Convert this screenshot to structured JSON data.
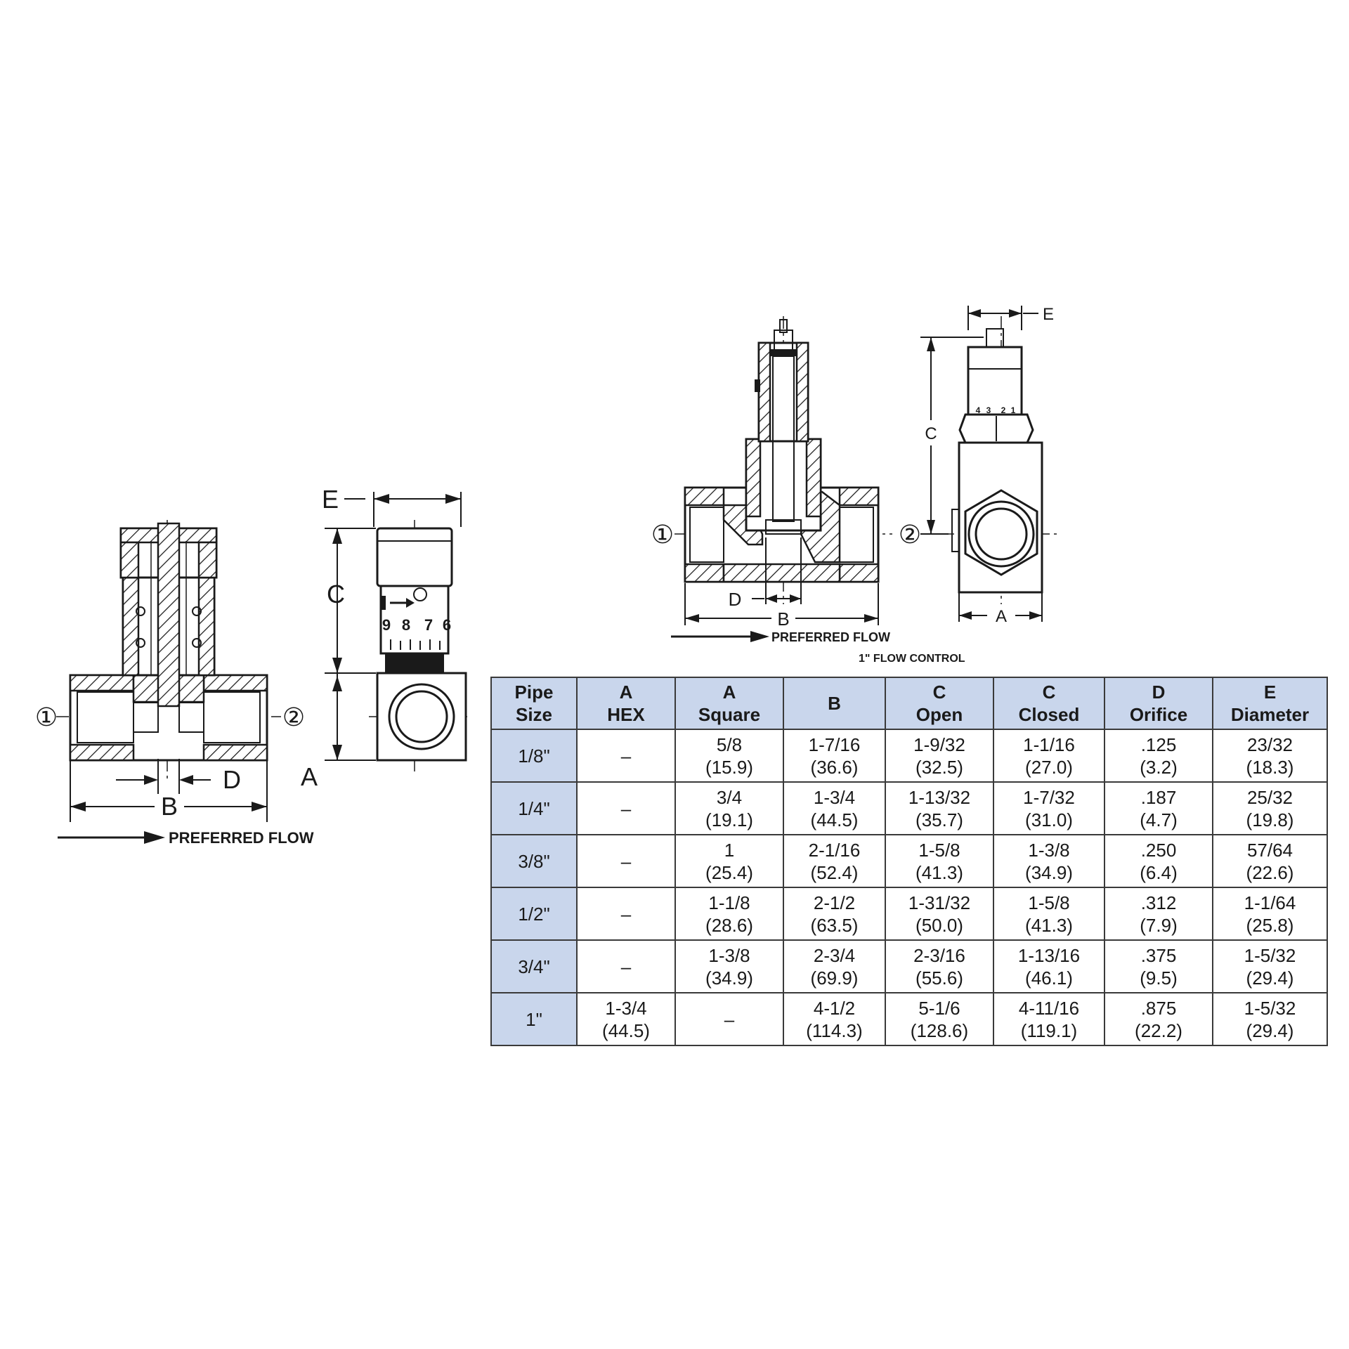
{
  "left_drawing": {
    "port_1": "①",
    "port_2": "②",
    "dim_b": "B",
    "dim_d": "D",
    "dim_e": "E",
    "dim_c": "C",
    "dim_a": "A",
    "flow_label": "PREFERRED FLOW",
    "knob_scale": [
      "9",
      "8",
      "7",
      "6"
    ]
  },
  "right_drawing": {
    "port_1": "①",
    "port_2": "②",
    "dim_b": "B",
    "dim_d": "D",
    "dim_e": "E",
    "dim_c": "C",
    "dim_a": "A",
    "flow_label": "PREFERRED FLOW",
    "caption": "1\" FLOW CONTROL",
    "knob_scale": [
      "4",
      "3",
      "2",
      "1"
    ]
  },
  "table": {
    "headers": [
      [
        "Pipe",
        "Size"
      ],
      [
        "A",
        "HEX"
      ],
      [
        "A",
        "Square"
      ],
      [
        "B"
      ],
      [
        "C",
        "Open"
      ],
      [
        "C",
        "Closed"
      ],
      [
        "D",
        "Orifice"
      ],
      [
        "E",
        "Diameter"
      ]
    ],
    "rows": [
      {
        "size": "1/8\"",
        "cells": [
          [
            "–"
          ],
          [
            "5/8",
            "(15.9)"
          ],
          [
            "1-7/16",
            "(36.6)"
          ],
          [
            "1-9/32",
            "(32.5)"
          ],
          [
            "1-1/16",
            "(27.0)"
          ],
          [
            ".125",
            "(3.2)"
          ],
          [
            "23/32",
            "(18.3)"
          ]
        ]
      },
      {
        "size": "1/4\"",
        "cells": [
          [
            "–"
          ],
          [
            "3/4",
            "(19.1)"
          ],
          [
            "1-3/4",
            "(44.5)"
          ],
          [
            "1-13/32",
            "(35.7)"
          ],
          [
            "1-7/32",
            "(31.0)"
          ],
          [
            ".187",
            "(4.7)"
          ],
          [
            "25/32",
            "(19.8)"
          ]
        ]
      },
      {
        "size": "3/8\"",
        "cells": [
          [
            "–"
          ],
          [
            "1",
            "(25.4)"
          ],
          [
            "2-1/16",
            "(52.4)"
          ],
          [
            "1-5/8",
            "(41.3)"
          ],
          [
            "1-3/8",
            "(34.9)"
          ],
          [
            ".250",
            "(6.4)"
          ],
          [
            "57/64",
            "(22.6)"
          ]
        ]
      },
      {
        "size": "1/2\"",
        "cells": [
          [
            "–"
          ],
          [
            "1-1/8",
            "(28.6)"
          ],
          [
            "2-1/2",
            "(63.5)"
          ],
          [
            "1-31/32",
            "(50.0)"
          ],
          [
            "1-5/8",
            "(41.3)"
          ],
          [
            ".312",
            "(7.9)"
          ],
          [
            "1-1/64",
            "(25.8)"
          ]
        ]
      },
      {
        "size": "3/4\"",
        "cells": [
          [
            "–"
          ],
          [
            "1-3/8",
            "(34.9)"
          ],
          [
            "2-3/4",
            "(69.9)"
          ],
          [
            "2-3/16",
            "(55.6)"
          ],
          [
            "1-13/16",
            "(46.1)"
          ],
          [
            ".375",
            "(9.5)"
          ],
          [
            "1-5/32",
            "(29.4)"
          ]
        ]
      },
      {
        "size": "1\"",
        "cells": [
          [
            "1-3/4",
            "(44.5)"
          ],
          [
            "–"
          ],
          [
            "4-1/2",
            "(114.3)"
          ],
          [
            "5-1/6",
            "(128.6)"
          ],
          [
            "4-11/16",
            "(119.1)"
          ],
          [
            ".875",
            "(22.2)"
          ],
          [
            "1-5/32",
            "(29.4)"
          ]
        ]
      }
    ]
  },
  "colors": {
    "header_fill": "#c9d6ec",
    "line": "#1a1a1a",
    "grid": "#3a3a3a"
  }
}
